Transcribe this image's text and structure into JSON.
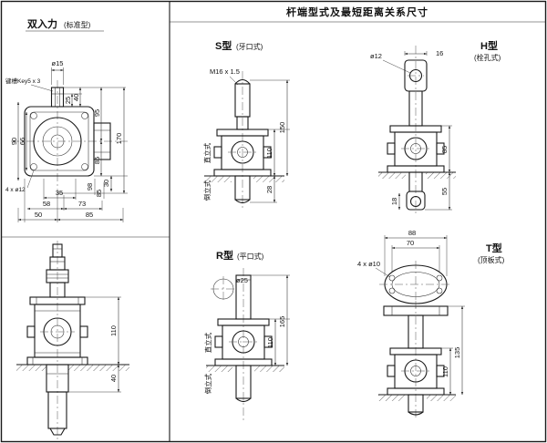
{
  "left": {
    "title_main": "双入力",
    "title_sub": "(标准型)",
    "plan": {
      "shaft_dia": "ø15",
      "keyway": "键槽Key5 x 3",
      "d25": "25",
      "d40": "40",
      "d95": "95",
      "d85_right": "85",
      "d90": "90",
      "d66": "66",
      "d170": "170",
      "d30": "30",
      "d98": "98",
      "d85_mid": "85",
      "bolts": "4 x ø12",
      "d35": "35",
      "d58": "58",
      "d73": "73",
      "d50": "50",
      "d85_bottom": "85"
    },
    "front": {
      "d110": "110",
      "d40": "40"
    }
  },
  "right": {
    "title": "杆端型式及最短距离关系尺寸",
    "s": {
      "name": "S型",
      "sub": "(牙口式)",
      "thread": "M16 x 1.5",
      "d110": "110",
      "d150": "150",
      "d28": "28",
      "upright": "直立式",
      "inverted": "倒立式"
    },
    "h": {
      "name": "H型",
      "sub": "(栓孔式)",
      "hole": "ø12",
      "d16": "16",
      "d85": "85",
      "d55": "55",
      "d18": "18"
    },
    "r": {
      "name": "R型",
      "sub": "(平口式)",
      "dia": "ø25",
      "d110": "110",
      "d165": "165",
      "upright": "直立式",
      "inverted": "倒立式"
    },
    "t": {
      "name": "T型",
      "sub": "(顶板式)",
      "holes": "4 x ø10",
      "d88": "88",
      "d70": "70",
      "d110": "110",
      "d135": "135"
    }
  }
}
